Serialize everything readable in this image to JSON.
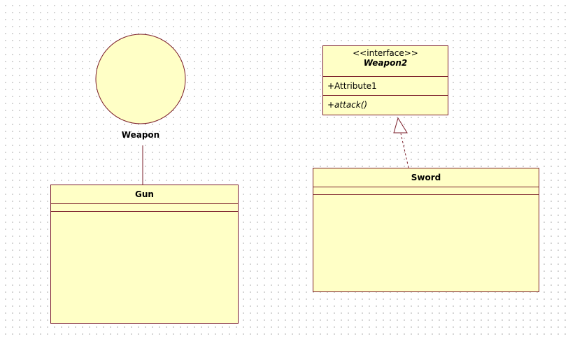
{
  "diagram": {
    "type": "uml-class-diagram",
    "colors": {
      "fill": "#ffffc6",
      "stroke": "#7a1c28"
    },
    "interface_lollipop": {
      "name": "Weapon",
      "icon": "interface-circle-icon"
    },
    "classes": {
      "gun": {
        "name": "Gun"
      },
      "sword": {
        "name": "Sword"
      }
    },
    "interface_class": {
      "stereotype": "<<interface>>",
      "name": "Weapon2",
      "attributes": [
        "+Attribute1"
      ],
      "operations": [
        "+attack()"
      ]
    },
    "relations": [
      {
        "from": "Gun",
        "to": "Weapon",
        "kind": "interface-realization-lollipop"
      },
      {
        "from": "Sword",
        "to": "Weapon2",
        "kind": "realization"
      }
    ]
  }
}
